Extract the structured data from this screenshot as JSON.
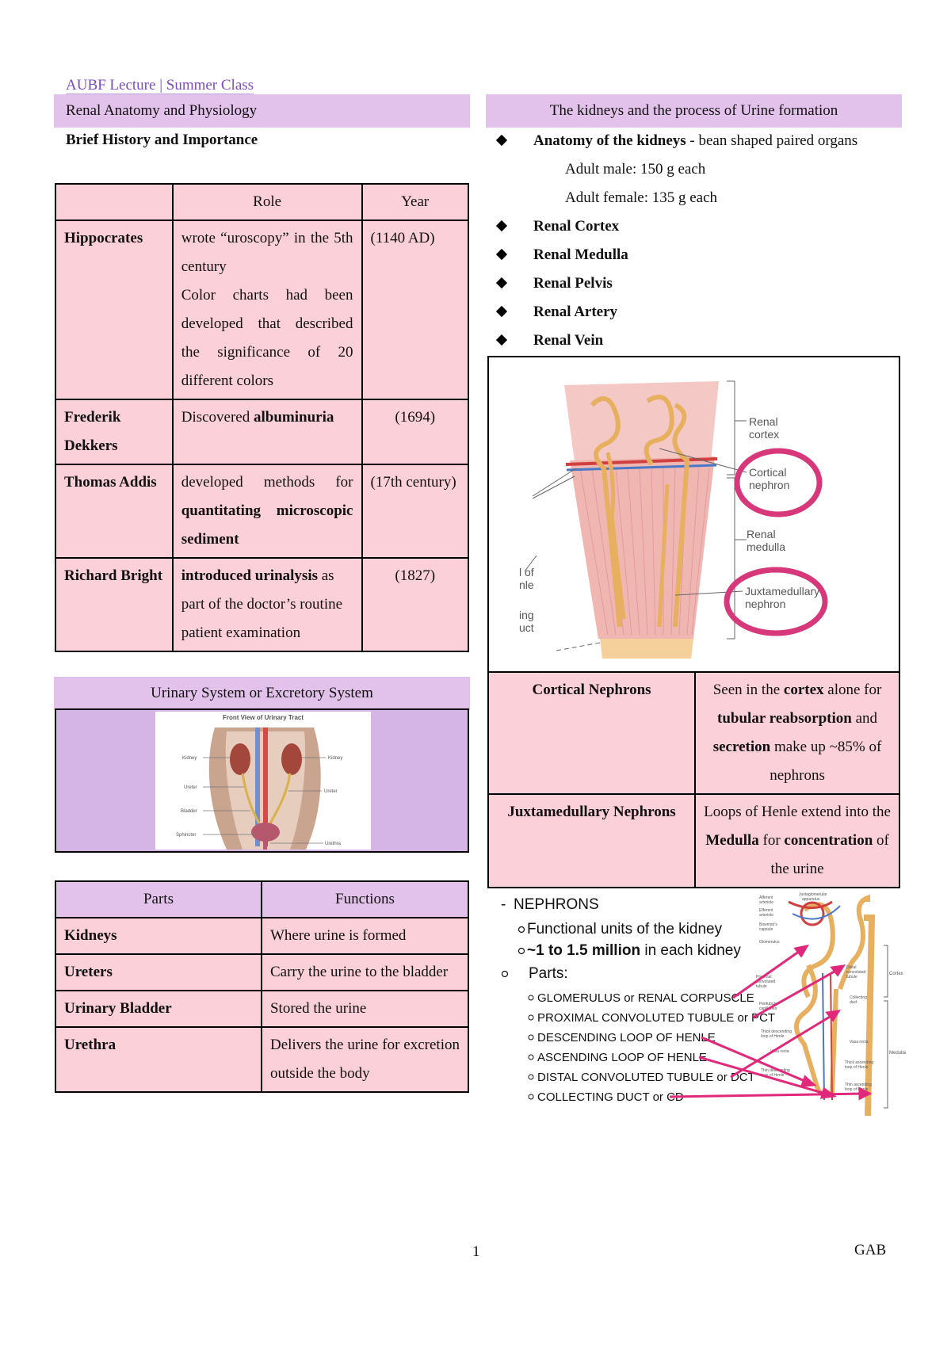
{
  "header": {
    "title": "AUBF Lecture | Summer Class"
  },
  "left": {
    "section_title": "Renal Anatomy and Physiology",
    "history_heading": "Brief History and Importance",
    "history_table": {
      "headers": [
        "",
        "Role",
        "Year"
      ],
      "rows": [
        {
          "name": "Hippocrates",
          "role_lines": [
            "wrote “uroscopy” in the 5th century",
            "Color charts had been developed that described the significance of 20 different colors"
          ],
          "year": "(1140 AD)"
        },
        {
          "name": "Frederik Dekkers",
          "role_pre": "Discovered ",
          "role_bold": "albuminuria",
          "year": "(1694)"
        },
        {
          "name": "Thomas Addis",
          "role_pre": "developed methods for ",
          "role_bold": "quantitating microscopic sediment",
          "year": "(17th century)"
        },
        {
          "name": "Richard Bright",
          "role_bold": "introduced urinalysis",
          "role_post": " as part of the doctor’s routine",
          "role_post2": "patient examination",
          "year": "(1827)"
        }
      ]
    },
    "urinary_title": "Urinary System or Excretory System",
    "urinary_image": {
      "title": "Front View of Urinary Tract",
      "labels": {
        "kidney_l": "Kidney",
        "kidney_r": "Kidney",
        "ureter_l": "Ureter",
        "ureter_r": "Ureter",
        "bladder": "Bladder",
        "sphincter": "Sphincter",
        "urethra": "Urethra"
      }
    },
    "parts_table": {
      "headers": [
        "Parts",
        "Functions"
      ],
      "rows": [
        {
          "part": "Kidneys",
          "function": "Where urine is formed"
        },
        {
          "part": "Ureters",
          "function": "Carry the urine to the bladder"
        },
        {
          "part": "Urinary Bladder",
          "function": "Stored the urine"
        },
        {
          "part": "Urethra",
          "function": "Delivers the urine for excretion outside the body"
        }
      ]
    }
  },
  "right": {
    "section_title": "The kidneys and the process of Urine formation",
    "anatomy": {
      "bold": "Anatomy of the kidneys",
      "rest": " - bean shaped paired organs",
      "male": "Adult male: 150 g each",
      "female": "Adult female: 135 g each"
    },
    "bullets": [
      "Renal Cortex",
      "Renal Medulla",
      "Renal Pelvis",
      "Renal Artery",
      "Renal Vein"
    ],
    "kidney_figure": {
      "labels": {
        "cortex": [
          "Renal",
          "cortex"
        ],
        "cortical": [
          "Cortical",
          "nephron"
        ],
        "medulla": [
          "Renal",
          "medulla"
        ],
        "juxta": [
          "Juxtamedullary",
          "nephron"
        ],
        "left1": "l of",
        "left2": "nle",
        "left3": "ing",
        "left4": "uct"
      }
    },
    "nephron_table": [
      {
        "type": "Cortical Nephrons",
        "desc": {
          "t1": "Seen in the ",
          "b1": "cortex",
          "t2": " alone for ",
          "b2": "tubular reabsorption",
          "t3": " and ",
          "b3": "secretion",
          "t4": " make up ~85% of nephrons"
        }
      },
      {
        "type": "Juxtamedullary Nephrons",
        "desc": {
          "t1": "Loops of Henle extend into the ",
          "b1": "Medulla",
          "t2": " for ",
          "b2": "concentration",
          "t3": " of the urine"
        }
      }
    ],
    "nephrons_figure": {
      "title": "NEPHRONS",
      "line1": "Functional units of the kidney",
      "line2_bold": "~1 to 1.5 million",
      "line2_rest": " in each kidney",
      "parts_label": "Parts:",
      "parts": [
        "GLOMERULUS or RENAL CORPUSCLE",
        "PROXIMAL CONVOLUTED TUBULE or PCT",
        "DESCENDING LOOP OF HENLE",
        "ASCENDING LOOP OF HENLE",
        "DISTAL CONVOLUTED TUBULE or DCT",
        "COLLECTING DUCT or CD"
      ],
      "small_labels": {
        "juxta": [
          "Juxtaglomerular",
          "apparatus"
        ],
        "afferent": [
          "Afferent",
          "arteriole"
        ],
        "efferent": [
          "Efferent",
          "arteriole"
        ],
        "bowman": [
          "Bowman's",
          "capsule"
        ],
        "glom": "Glomerulus",
        "pct": [
          "Proximal",
          "convoluted",
          "tubule"
        ],
        "peritub": [
          "Peritubular",
          "capillaries"
        ],
        "desc": [
          "Thick descending",
          "loop of Henle"
        ],
        "vasa1": "Vasa recta",
        "thin_desc": [
          "Thin descending",
          "loop of Henle"
        ],
        "dct": [
          "Distal",
          "convoluted",
          "tubule"
        ],
        "collecting": [
          "Collecting",
          "duct"
        ],
        "vasa2": "Vasa recta",
        "thick_asc": [
          "Thick ascending",
          "loop of Henle"
        ],
        "thin_asc": [
          "Thin ascending",
          "loop of Henle"
        ],
        "cortex": "Cortex",
        "medulla": "Medulla"
      }
    }
  },
  "footer": {
    "page": "1",
    "initials": "GAB"
  },
  "colors": {
    "band": "#e2c2ea",
    "cell": "#fbd0d8",
    "header": "#7a4bc2",
    "arrow": "#e0297a"
  }
}
